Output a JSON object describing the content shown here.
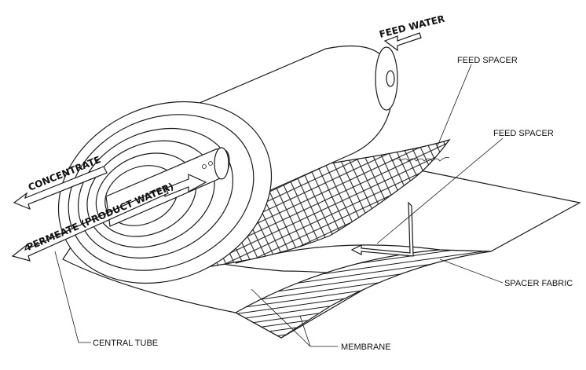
{
  "labels": {
    "feed_water": "FEED WATER",
    "feed_spacer_top": "FEED SPACER",
    "feed_spacer_mid": "FEED SPACER",
    "concentrate": "CONCENTRATE",
    "permeate": "PERMEATE (PRODUCT WATER)",
    "spacer_fabric": "SPACER FABRIC",
    "central_tube": "CENTRAL TUBE",
    "membrane": "MEMBRANE"
  },
  "colors": {
    "line": "#1a1a1a",
    "background": "#ffffff"
  }
}
